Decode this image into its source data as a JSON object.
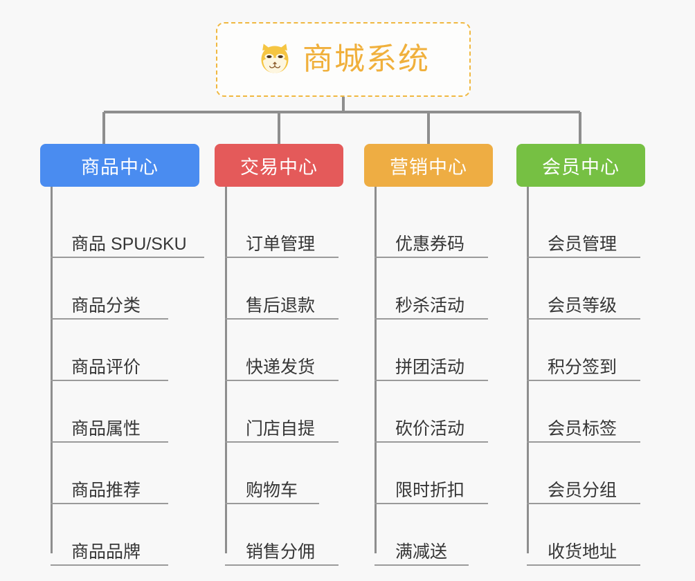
{
  "canvas": {
    "background": "#f8f8f8",
    "connector_color": "#8e8e8e",
    "leaf_line_color": "#9a9a9a",
    "leaf_text_color": "#363636"
  },
  "root": {
    "title": "商城系统",
    "icon": "shiba-dog-icon",
    "border_color": "#f0b840",
    "text_color": "#f0b03c",
    "fill": "#fdfdfc"
  },
  "branches": [
    {
      "title": "商品中心",
      "color": "#4a8cf0",
      "items": [
        "商品 SPU/SKU",
        "商品分类",
        "商品评价",
        "商品属性",
        "商品推荐",
        "商品品牌"
      ]
    },
    {
      "title": "交易中心",
      "color": "#e45a5a",
      "items": [
        "订单管理",
        "售后退款",
        "快递发货",
        "门店自提",
        "购物车",
        "销售分佣"
      ]
    },
    {
      "title": "营销中心",
      "color": "#eead43",
      "items": [
        "优惠券码",
        "秒杀活动",
        "拼团活动",
        "砍价活动",
        "限时折扣",
        "满减送"
      ]
    },
    {
      "title": "会员中心",
      "color": "#76c043",
      "items": [
        "会员管理",
        "会员等级",
        "积分签到",
        "会员标签",
        "会员分组",
        "收货地址"
      ]
    }
  ]
}
